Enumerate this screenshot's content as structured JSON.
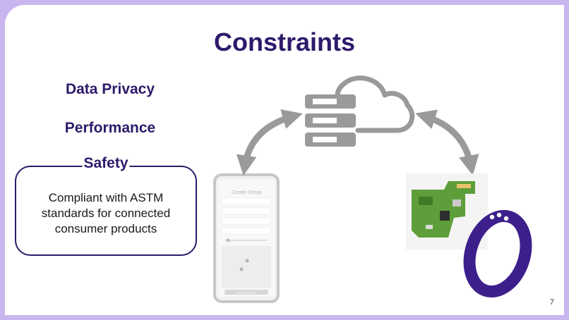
{
  "slide": {
    "title": "Constraints",
    "page_number": "7",
    "constraints": [
      {
        "label": "Data Privacy"
      },
      {
        "label": "Performance"
      },
      {
        "label": "Safety"
      }
    ],
    "safety_description": "Compliant with ASTM standards for connected consumer products"
  },
  "phone": {
    "header_title": "Create Group",
    "button_label": "SAVE GROUP"
  },
  "colors": {
    "background_border": "#c9b6ef",
    "title": "#2e1a6b",
    "arrow": "#9a9a9a",
    "band": "#3d1f8c",
    "pcb": "#5e9e3a"
  }
}
